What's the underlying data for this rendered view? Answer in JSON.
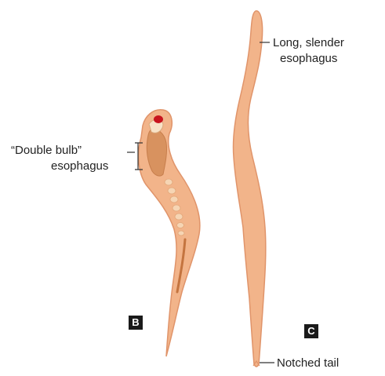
{
  "labels": {
    "double_bulb_line1": "“Double bulb”",
    "double_bulb_line2": "esophagus",
    "long_slender_line1": "Long, slender",
    "long_slender_line2": "esophagus",
    "notched_tail": "Notched tail"
  },
  "panels": {
    "b": "B",
    "c": "C"
  },
  "colors": {
    "body_fill": "#F2B48A",
    "body_stroke": "#E0946A",
    "esophagus_fill": "#D8925F",
    "head_spot": "#C8141E",
    "bead": "#F6D5B4"
  }
}
